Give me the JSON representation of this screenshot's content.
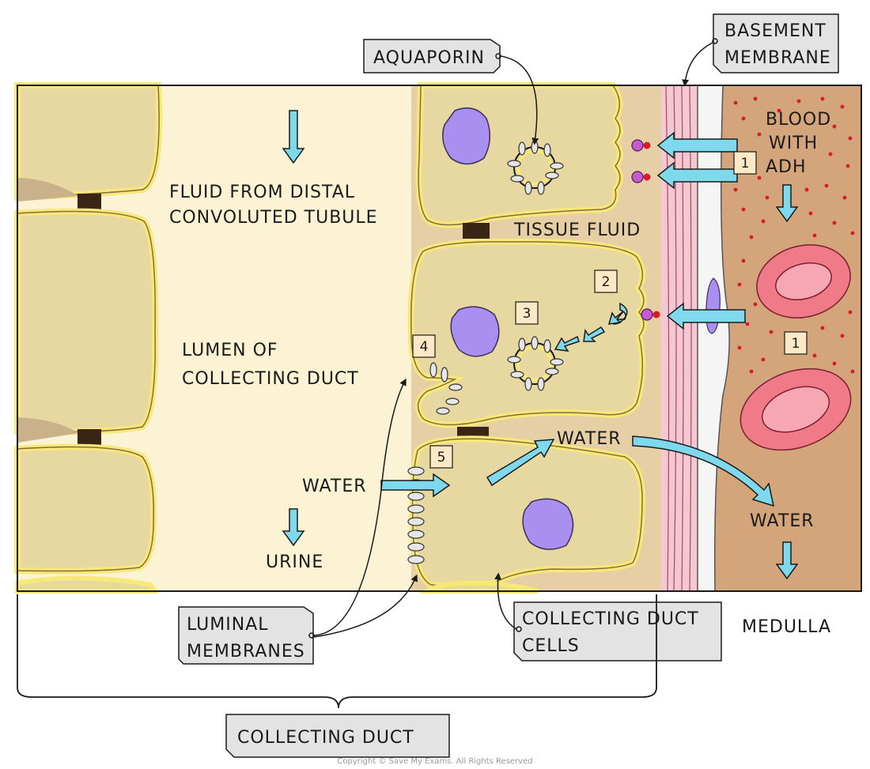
{
  "labels": {
    "aquaporin": "AQUAPORIN",
    "basement_line1": "BASEMENT",
    "basement_line2": "MEMBRANE",
    "blood_line1": "BLOOD",
    "blood_line2": "WITH",
    "blood_line3": "ADH",
    "fluid_line1": "FLUID FROM DISTAL",
    "fluid_line2": "CONVOLUTED TUBULE",
    "tissue_fluid": "TISSUE FLUID",
    "lumen_line1": "LUMEN OF",
    "lumen_line2": "COLLECTING DUCT",
    "water_left": "WATER",
    "water_middle": "WATER",
    "water_right": "WATER",
    "urine": "URINE",
    "luminal_line1": "LUMINAL",
    "luminal_line2": "MEMBRANES",
    "cd_cells_line1": "COLLECTING DUCT",
    "cd_cells_line2": "CELLS",
    "medulla": "MEDULLA",
    "collecting_duct": "COLLECTING DUCT",
    "copyright": "Copyright © Save My Exams. All Rights Reserved"
  },
  "steps": {
    "s1a": "1",
    "s1b": "1",
    "s2": "2",
    "s3": "3",
    "s4": "4",
    "s5": "5"
  },
  "colors": {
    "lumen": "#fbf3d3",
    "cell": "#e7d7a1",
    "cell_border": "#f7e87a",
    "tissue": "#e6cfa5",
    "blood": "#d4a47a",
    "nucleus": "#a98ff0",
    "arrow": "#7fd9ec",
    "rbc": "#f07a88",
    "dots": "#d81b2c",
    "basement": "#f4c8d2",
    "capillary_wall": "#f5f5f5",
    "label_box": "#e3e3e3",
    "step_box": "#fde9c6"
  }
}
